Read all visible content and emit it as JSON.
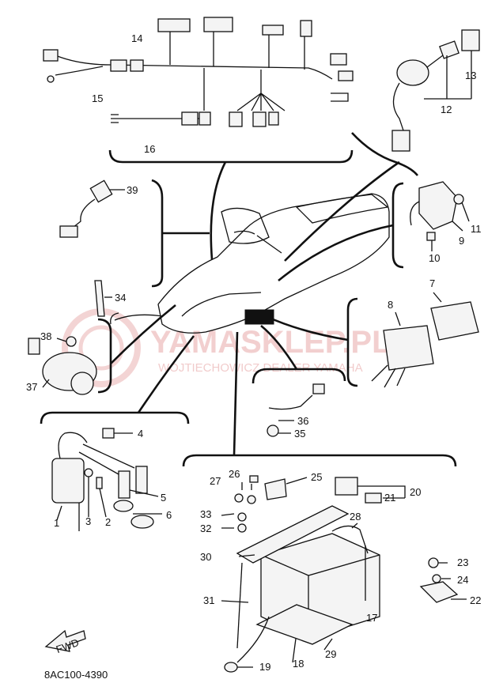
{
  "diagram": {
    "code": "8AC100-4390",
    "fwd_label": "FWD",
    "watermark": {
      "title": "YAMASKLEP.PL",
      "subtitle": "WOJTIECHOWICZ DEALER YAMAHA"
    },
    "callouts": [
      {
        "id": "c1",
        "text": "1"
      },
      {
        "id": "c2",
        "text": "2"
      },
      {
        "id": "c3",
        "text": "3"
      },
      {
        "id": "c4",
        "text": "4"
      },
      {
        "id": "c5",
        "text": "5"
      },
      {
        "id": "c6",
        "text": "6"
      },
      {
        "id": "c7",
        "text": "7"
      },
      {
        "id": "c8",
        "text": "8"
      },
      {
        "id": "c9",
        "text": "9"
      },
      {
        "id": "c10",
        "text": "10"
      },
      {
        "id": "c11",
        "text": "11"
      },
      {
        "id": "c12",
        "text": "12"
      },
      {
        "id": "c13",
        "text": "13"
      },
      {
        "id": "c14",
        "text": "14"
      },
      {
        "id": "c15",
        "text": "15"
      },
      {
        "id": "c16",
        "text": "16"
      },
      {
        "id": "c17",
        "text": "17"
      },
      {
        "id": "c18",
        "text": "18"
      },
      {
        "id": "c19",
        "text": "19"
      },
      {
        "id": "c20",
        "text": "20"
      },
      {
        "id": "c21",
        "text": "21"
      },
      {
        "id": "c22",
        "text": "22"
      },
      {
        "id": "c23",
        "text": "23"
      },
      {
        "id": "c24",
        "text": "24"
      },
      {
        "id": "c25",
        "text": "25"
      },
      {
        "id": "c26",
        "text": "26"
      },
      {
        "id": "c27",
        "text": "27"
      },
      {
        "id": "c28",
        "text": "28"
      },
      {
        "id": "c29",
        "text": "29"
      },
      {
        "id": "c30",
        "text": "30"
      },
      {
        "id": "c31",
        "text": "31"
      },
      {
        "id": "c32",
        "text": "32"
      },
      {
        "id": "c33",
        "text": "33"
      },
      {
        "id": "c34",
        "text": "34"
      },
      {
        "id": "c35",
        "text": "35"
      },
      {
        "id": "c36",
        "text": "36"
      },
      {
        "id": "c37",
        "text": "37"
      },
      {
        "id": "c38",
        "text": "38"
      },
      {
        "id": "c39",
        "text": "39"
      }
    ]
  }
}
